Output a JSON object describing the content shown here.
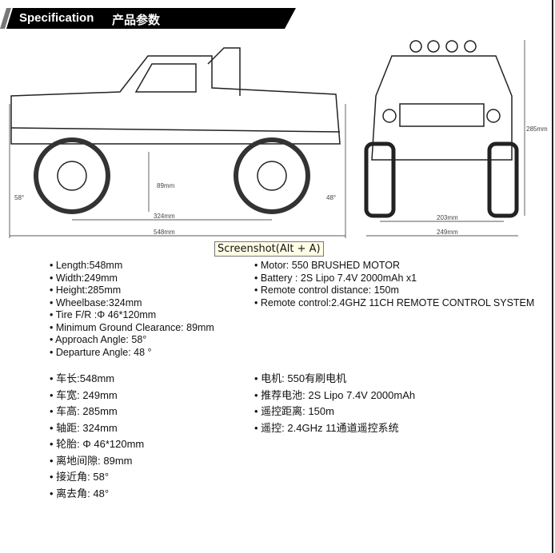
{
  "header": {
    "title_en": "Specification",
    "title_cn": "产品参数"
  },
  "diagram": {
    "side_length": "548mm",
    "side_wheelbase": "324mm",
    "side_clearance": "89mm",
    "approach": "58°",
    "departure": "48°",
    "front_height": "285mm",
    "front_track": "203mm",
    "front_width": "249mm"
  },
  "specs_left": [
    "Length:548mm",
    "Width:249mm",
    "Height:285mm",
    "Wheelbase:324mm",
    "Tire F/R :Φ 46*120mm",
    "Minimum Ground Clearance: 89mm",
    "Approach Angle: 58°",
    "Departure Angle: 48 °"
  ],
  "specs_right": [
    "Motor: 550 BRUSHED MOTOR",
    "Battery : 2S Lipo 7.4V 2000mAh x1",
    "Remote control distance: 150m",
    "Remote control:2.4GHZ 11CH REMOTE CONTROL SYSTEM"
  ],
  "cn_left": [
    "车长:548mm",
    "车宽: 249mm",
    "车高: 285mm",
    "轴距: 324mm",
    "轮胎: Φ 46*120mm",
    "离地间隙: 89mm",
    "接近角: 58°",
    "离去角: 48°"
  ],
  "cn_right": [
    "电机: 550有刷电机",
    "推荐电池: 2S Lipo 7.4V 2000mAh",
    "遥控距离: 150m",
    "遥控: 2.4GHz 11通道遥控系统"
  ],
  "tooltip": "Screenshot(Alt + A)"
}
